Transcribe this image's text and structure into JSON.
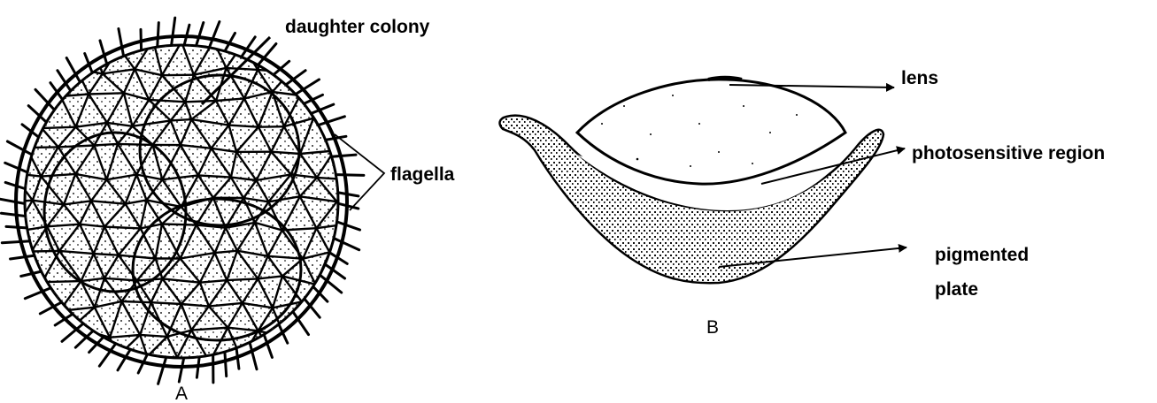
{
  "figure_a": {
    "caption": "A",
    "labels": {
      "daughter_colony": "daughter colony",
      "flagella": "flagella"
    }
  },
  "figure_b": {
    "caption": "B",
    "labels": {
      "lens": "lens",
      "photosensitive_region": "photosensitive region",
      "pigmented_plate_line1": "pigmented",
      "pigmented_plate_line2": "plate"
    }
  },
  "colors": {
    "ink": "#000000",
    "background": "#ffffff",
    "stipple": "#222222"
  }
}
